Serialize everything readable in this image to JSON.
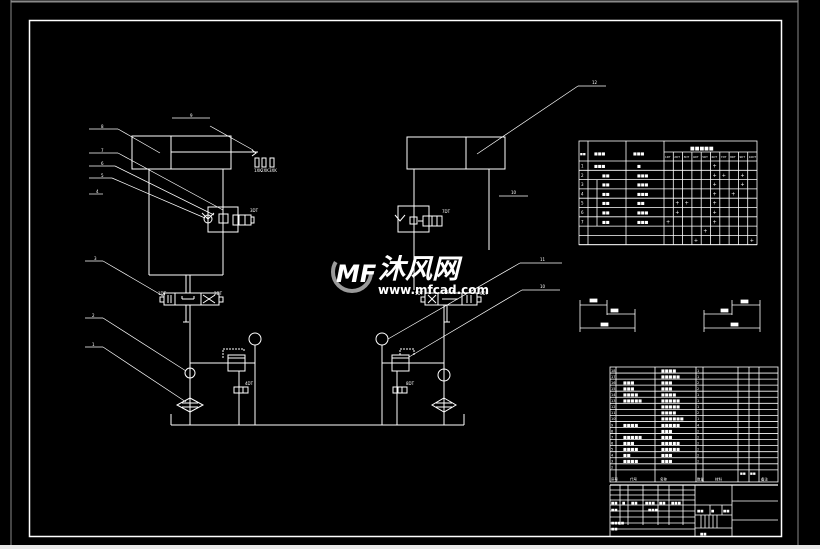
{
  "drawing": {
    "title": "Hydraulic system schematic",
    "background": "#000000",
    "line_color": "#ffffff",
    "frame_gray": "#8a8a8a"
  },
  "watermark": {
    "cn_text": "沐风网",
    "url_text": "www.mfcad.com",
    "logo_text": "MF",
    "color": "#9a9a9a"
  },
  "callouts": {
    "left": [
      "9",
      "8",
      "7",
      "6",
      "5",
      "4",
      "3",
      "2",
      "1"
    ],
    "right": [
      "12",
      "10",
      "11",
      "10"
    ]
  },
  "solenoids": {
    "left_valve_left": "1DT",
    "left_valve_right": "2DT",
    "left_pilot": "3DT",
    "left_relief": "4DT",
    "right_valve_left": "5DT",
    "right_valve_right": "6DT",
    "right_pilot": "7DT",
    "right_relief": "8DT",
    "switches": [
      "1XK",
      "2XK",
      "3XK"
    ]
  },
  "action_table": {
    "header_group": "■■■■■",
    "col_headers": [
      "1DT",
      "2DT",
      "3DT",
      "4DT",
      "5DT",
      "6DT",
      "7DT",
      "8DT",
      "9DT",
      "10DT"
    ],
    "row_head_a": "■■",
    "row_head_b": "■■■",
    "row_head_c": "■■■",
    "rows": [
      {
        "no": "1",
        "name": "■■■",
        "signal": "■",
        "marks": [
          "",
          "",
          "",
          "",
          "",
          "+",
          "",
          "",
          "",
          ""
        ]
      },
      {
        "no": "2",
        "name": "■■",
        "signal": "■■■",
        "marks": [
          "",
          "",
          "",
          "",
          "",
          "+",
          "+",
          "",
          "+",
          ""
        ]
      },
      {
        "no": "3",
        "name": "■■",
        "signal": "■■■",
        "marks": [
          "",
          "",
          "",
          "",
          "",
          "+",
          "",
          "",
          "+",
          ""
        ]
      },
      {
        "no": "4",
        "name": "■■",
        "signal": "■■■",
        "marks": [
          "",
          "",
          "",
          "",
          "",
          "+",
          "",
          "+",
          "",
          ""
        ]
      },
      {
        "no": "5",
        "name": "■■",
        "signal": "■■",
        "marks": [
          "",
          "+",
          "+",
          "",
          "",
          "+",
          "",
          "",
          "",
          ""
        ]
      },
      {
        "no": "6",
        "name": "■■",
        "signal": "■■■",
        "marks": [
          "",
          "+",
          "",
          "",
          "",
          "+",
          "",
          "",
          "",
          ""
        ]
      },
      {
        "no": "7",
        "name": "■■",
        "signal": "■■■",
        "marks": [
          "+",
          "",
          "",
          "",
          "",
          "+",
          "",
          "",
          "",
          ""
        ]
      },
      {
        "no": "",
        "name": "",
        "signal": "",
        "marks": [
          "",
          "",
          "",
          "",
          "+",
          "",
          "",
          "",
          "",
          ""
        ]
      },
      {
        "no": "",
        "name": "",
        "signal": "",
        "marks": [
          "",
          "",
          "",
          "+",
          "",
          "",
          "",
          "",
          "",
          "+"
        ]
      }
    ]
  },
  "dimension_sketches": {
    "left_labels": [
      "■■",
      "■■",
      "■■"
    ],
    "right_labels": [
      "■■",
      "■■",
      "■■"
    ]
  },
  "parts_list": {
    "rows": [
      {
        "no": "18",
        "code": "",
        "name": "■■■■",
        "qty": "1"
      },
      {
        "no": "17",
        "code": "",
        "name": "■■■■■",
        "qty": "1"
      },
      {
        "no": "16",
        "code": "■■■",
        "name": "■■■",
        "qty": "2"
      },
      {
        "no": "15",
        "code": "■■■",
        "name": "■■■",
        "qty": "2"
      },
      {
        "no": "14",
        "code": "■■■■",
        "name": "■■■■",
        "qty": "1"
      },
      {
        "no": "13",
        "code": "■■■■■",
        "name": "■■■■■",
        "qty": "1"
      },
      {
        "no": "12",
        "code": "",
        "name": "■■■■■",
        "qty": "1"
      },
      {
        "no": "11",
        "code": "",
        "name": "■■■■",
        "qty": "2"
      },
      {
        "no": "10",
        "code": "",
        "name": "■■■■■■",
        "qty": "1"
      },
      {
        "no": "9",
        "code": "■■■■",
        "name": "■■■■■",
        "qty": "4"
      },
      {
        "no": "8",
        "code": "",
        "name": "■■■",
        "qty": "2"
      },
      {
        "no": "7",
        "code": "■■■■■",
        "name": "■■■",
        "qty": "2"
      },
      {
        "no": "6",
        "code": "■■■",
        "name": "■■■■■",
        "qty": "2"
      },
      {
        "no": "5",
        "code": "■■■■",
        "name": "■■■■■",
        "qty": "2"
      },
      {
        "no": "4",
        "code": "■■",
        "name": "■■■",
        "qty": "2"
      },
      {
        "no": "3",
        "code": "■■■■",
        "name": "■■■",
        "qty": "2"
      },
      {
        "no": "2",
        "code": "",
        "name": "",
        "qty": ""
      }
    ],
    "header": [
      "序号",
      "代号",
      "名称",
      "数量",
      "材料",
      "备注"
    ],
    "extra": [
      "■■",
      "■■"
    ]
  },
  "title_block": {
    "cells": [
      "■■",
      "■",
      "■■",
      "■■■",
      "■■",
      "■■■",
      "■■",
      "■■■",
      "■■■■",
      "■■",
      "■■",
      "■",
      "■■",
      "■■"
    ]
  }
}
